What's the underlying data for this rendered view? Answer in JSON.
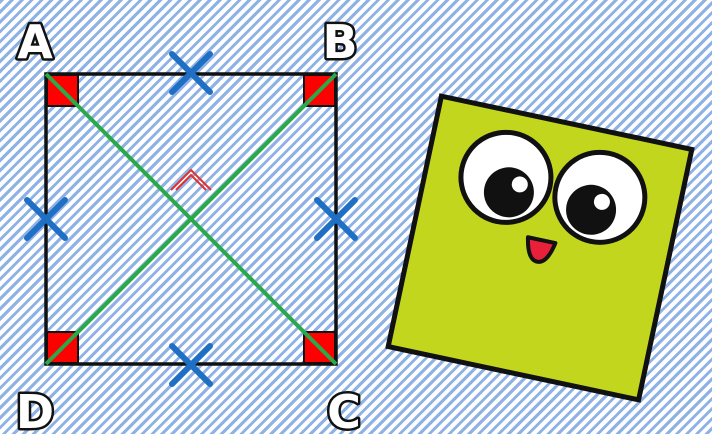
{
  "figure": {
    "vertices": {
      "top_left": "A",
      "top_right": "B",
      "bottom_right": "C",
      "bottom_left": "D"
    },
    "colors": {
      "stripe": "#8fb2e6",
      "square_outline": "#111111",
      "diagonals": "#2aa84a",
      "right_angle_fill": "#ff0000",
      "perpendicular_mark": "#e03030",
      "equal_side_ticks": "#1f6fc4",
      "character_body": "#c3d61e",
      "character_mouth": "#e8203a"
    },
    "icons": {
      "equal_side_mark": "tick-x-icon",
      "right_angle_mark": "right-angle-icon",
      "character": "square-character-icon"
    }
  }
}
